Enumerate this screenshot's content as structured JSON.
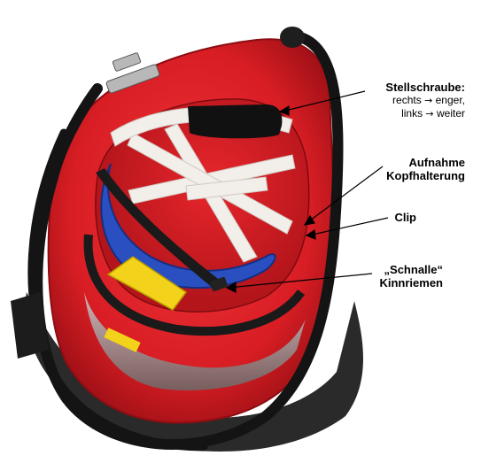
{
  "labels": {
    "adjust_screw": {
      "title": "Stellschraube:",
      "line1_prefix": "rechts",
      "line1_suffix": "enger,",
      "line2_prefix": "links",
      "line2_suffix": "weiter",
      "arrow_glyph": "→"
    },
    "head_mount": {
      "line1": "Aufnahme",
      "line2": "Kopfhalterung"
    },
    "clip": {
      "text": "Clip"
    },
    "chin_strap": {
      "line1": "„Schnalle“",
      "line2": "Kinnriemen"
    }
  },
  "colors": {
    "shell_red": "#d81e24",
    "shell_dark_red": "#9e1016",
    "strap_white": "#f2eeea",
    "pad_blue": "#2a4fc0",
    "buckle_yellow": "#f2d21a",
    "hose_black": "#141414",
    "visor_dark": "#2a2a2a"
  }
}
